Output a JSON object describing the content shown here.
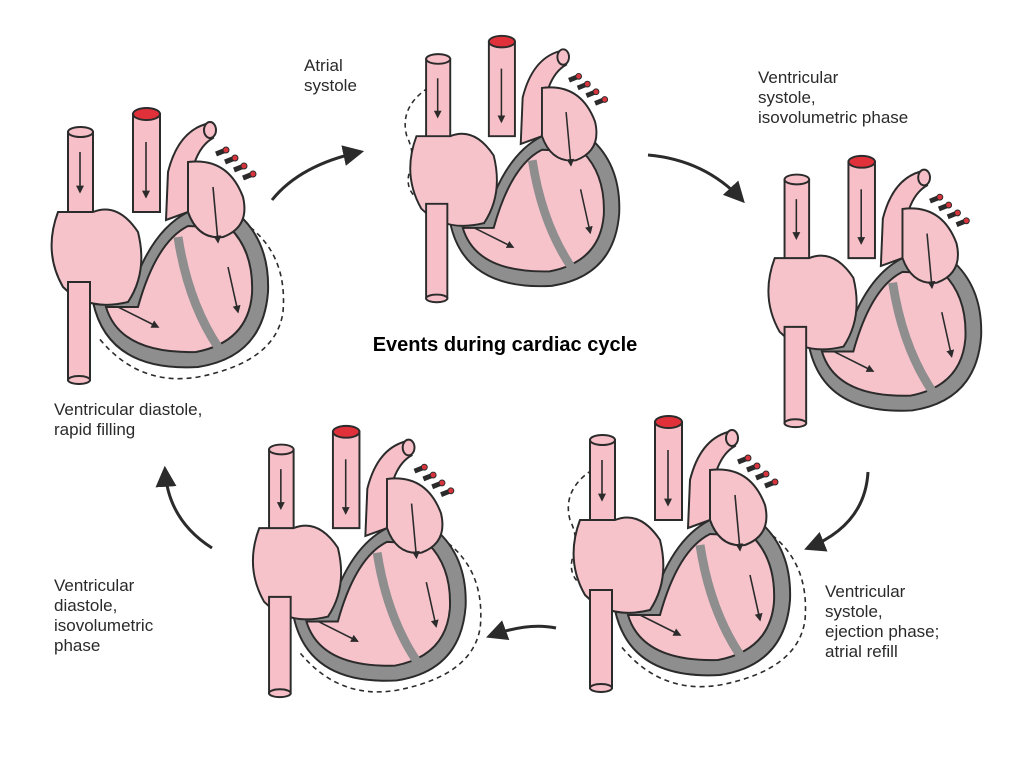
{
  "diagram": {
    "title": "Events during cardiac cycle",
    "stages": [
      {
        "id": "ventricular-diastole-rapid-filling",
        "label": "Ventricular diastole,\nrapid filling"
      },
      {
        "id": "atrial-systole",
        "label": "Atrial\nsystole"
      },
      {
        "id": "ventricular-systole-isovolumetric",
        "label": "Ventricular\nsystole,\nisovolumetric phase"
      },
      {
        "id": "ventricular-systole-ejection",
        "label": "Ventricular\nsystole,\nejection phase;\natrial refill"
      },
      {
        "id": "ventricular-diastole-isovolumetric",
        "label": "Ventricular\ndiastole,\nisovolumetric\nphase"
      }
    ],
    "colors": {
      "heart_fill": "#f6c3cb",
      "vessel_fill": "#f7bfc7",
      "muscle_wall": "#8e8e8e",
      "aorta_cap": "#e0313a",
      "vein_tips": "#d8343d",
      "outline": "#2b2b2b",
      "arrow": "#2b2b2b"
    }
  }
}
